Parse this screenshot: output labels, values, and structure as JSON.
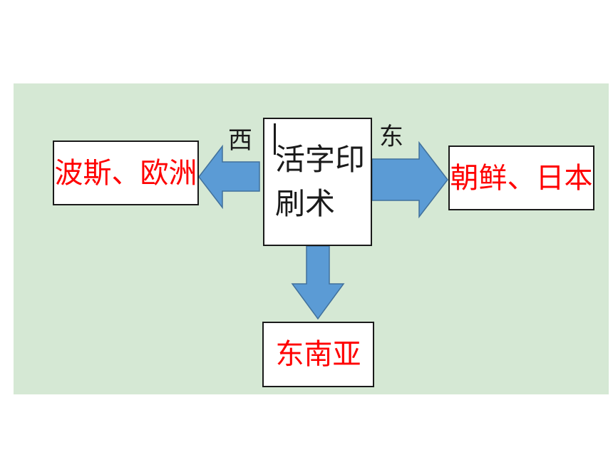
{
  "diagram": {
    "center": {
      "label": "活字印刷术"
    },
    "west": {
      "direction_label": "西",
      "destination": "波斯、欧洲"
    },
    "east": {
      "direction_label": "东",
      "destination": "朝鲜、日本"
    },
    "south": {
      "destination": "东南亚"
    }
  },
  "colors": {
    "panel_background": "#d5e8d4",
    "arrow_fill": "#5b9bd5",
    "arrow_stroke": "#41719c",
    "destination_text": "#ff0000",
    "box_border": "#1a1a1a"
  }
}
